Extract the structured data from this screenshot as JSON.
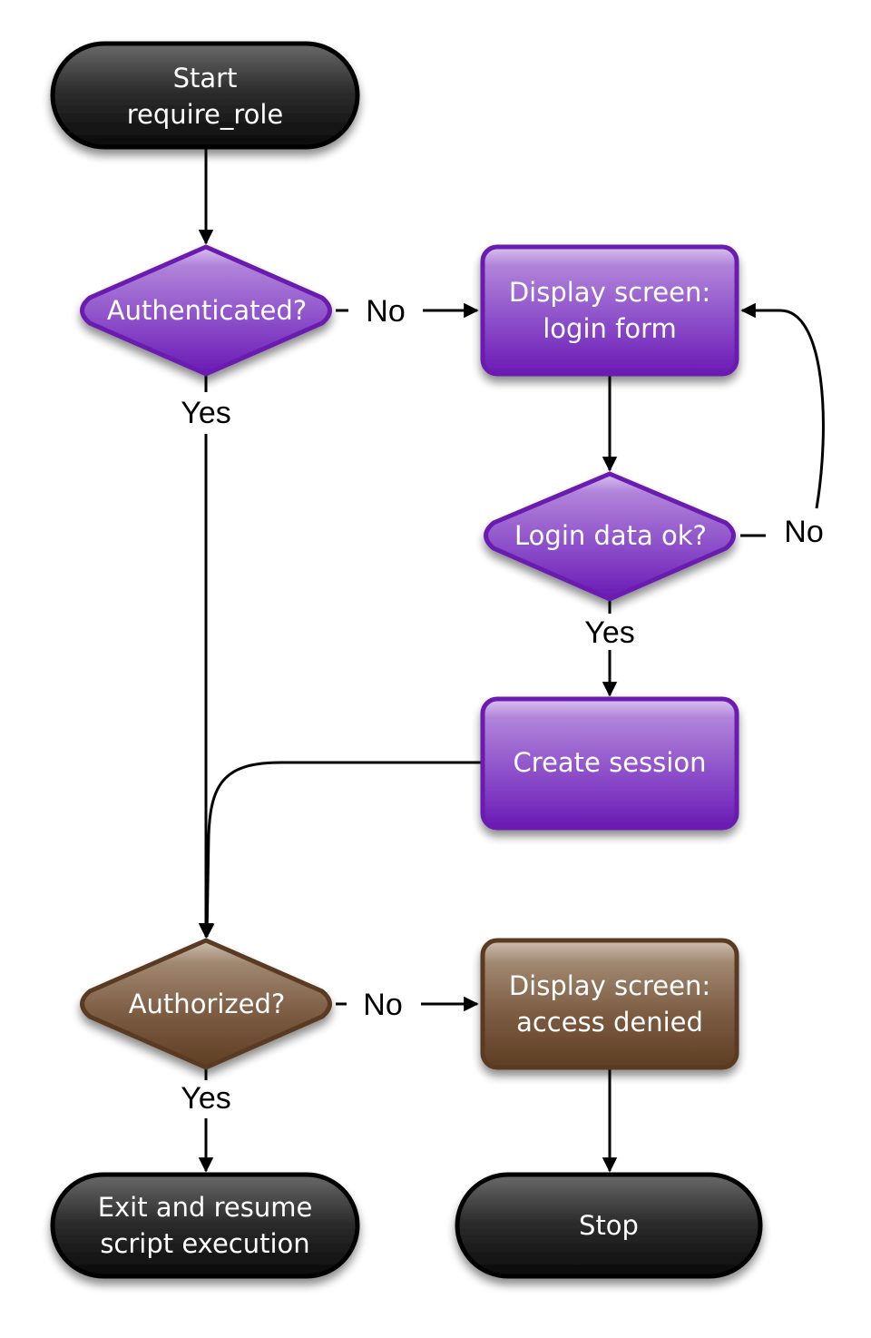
{
  "diagram": {
    "type": "flowchart",
    "colors": {
      "terminal": "#222222",
      "terminal_border": "#000000",
      "auth_fill": "#8a4fcc",
      "auth_border": "#6a1ab0",
      "authz_fill": "#7a5a40",
      "authz_border": "#5a3a22"
    },
    "nodes": [
      {
        "id": "start",
        "shape": "terminal",
        "lines": [
          "Start",
          "require_role"
        ]
      },
      {
        "id": "authenticated",
        "shape": "decision",
        "lines": [
          "Authenticated?"
        ]
      },
      {
        "id": "login_form",
        "shape": "process",
        "lines": [
          "Display screen:",
          "login form"
        ]
      },
      {
        "id": "login_ok",
        "shape": "decision",
        "lines": [
          "Login data ok?"
        ]
      },
      {
        "id": "create_session",
        "shape": "process",
        "lines": [
          "Create session"
        ]
      },
      {
        "id": "authorized",
        "shape": "decision",
        "lines": [
          "Authorized?"
        ]
      },
      {
        "id": "access_denied",
        "shape": "process",
        "lines": [
          "Display screen:",
          "access denied"
        ]
      },
      {
        "id": "exit_resume",
        "shape": "terminal",
        "lines": [
          "Exit and resume",
          "script execution"
        ]
      },
      {
        "id": "stop",
        "shape": "terminal",
        "lines": [
          "Stop"
        ]
      }
    ],
    "edges": [
      {
        "from": "start",
        "to": "authenticated",
        "label": ""
      },
      {
        "from": "authenticated",
        "to": "login_form",
        "label": "No"
      },
      {
        "from": "authenticated",
        "to": "authorized",
        "label": "Yes"
      },
      {
        "from": "login_form",
        "to": "login_ok",
        "label": ""
      },
      {
        "from": "login_ok",
        "to": "login_form",
        "label": "No"
      },
      {
        "from": "login_ok",
        "to": "create_session",
        "label": "Yes"
      },
      {
        "from": "create_session",
        "to": "authorized",
        "label": ""
      },
      {
        "from": "authorized",
        "to": "access_denied",
        "label": "No"
      },
      {
        "from": "authorized",
        "to": "exit_resume",
        "label": "Yes"
      },
      {
        "from": "access_denied",
        "to": "stop",
        "label": ""
      }
    ]
  }
}
